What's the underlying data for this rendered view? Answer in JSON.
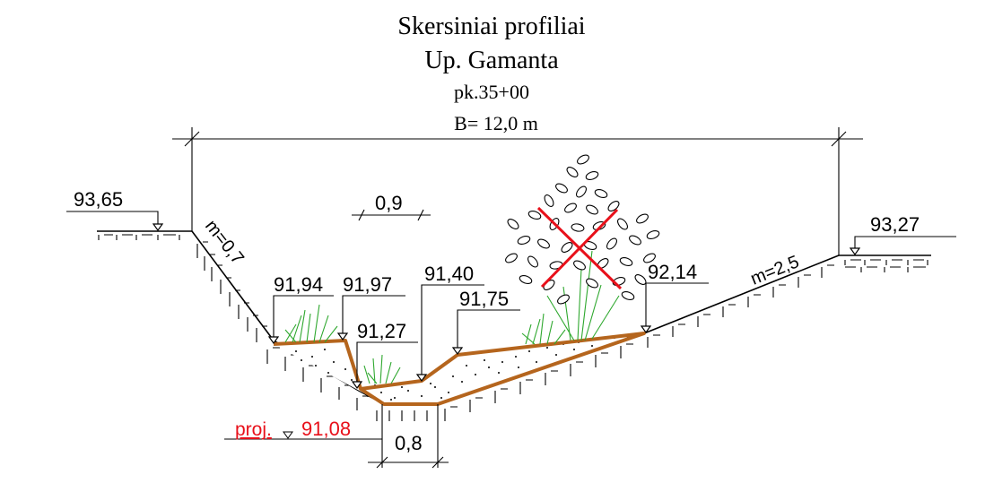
{
  "title": {
    "line1": "Skersiniai profiliai",
    "line2": "Up. Gamanta",
    "station": "pk.35+00",
    "width": "B= 12,0 m"
  },
  "slopes": {
    "left": "m=0,7",
    "right": "m=2,5"
  },
  "elevations": {
    "left_bank": "93,65",
    "right_bank": "93,27",
    "el_1": "91,94",
    "el_2": "91,97",
    "el_3": "91,27",
    "el_4": "91,40",
    "el_5": "91,75",
    "el_6": "92,14"
  },
  "dimensions": {
    "top_dim": "0,9",
    "bottom_width": "0,8"
  },
  "design": {
    "label": "proj.",
    "elevation": "91,08"
  },
  "colors": {
    "design_red": "#e8101a",
    "sediment_brown": "#b5651d",
    "vegetation_green": "#2fa82f"
  }
}
